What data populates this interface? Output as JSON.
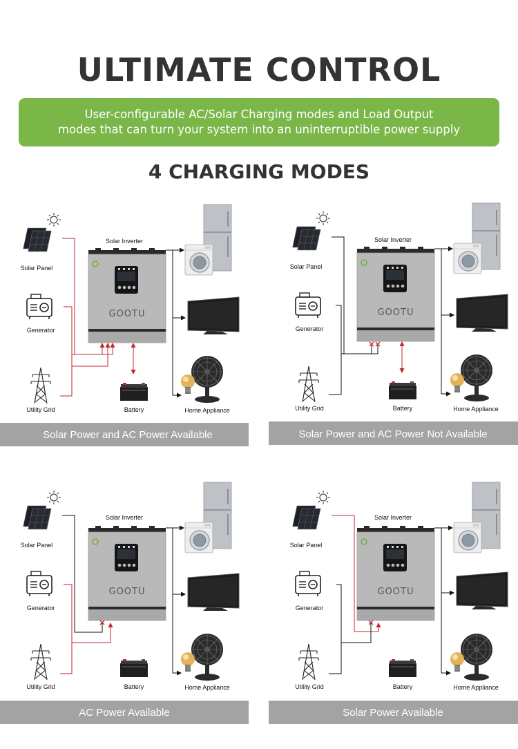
{
  "header": {
    "title": "ULTIMATE CONTROL",
    "banner_line1": "User-configurable AC/Solar Charging modes and Load Output",
    "banner_line2": "modes that can turn your system into an uninterruptible power supply",
    "subtitle": "4 CHARGING MODES"
  },
  "labels": {
    "inverter": "Solar Inverter",
    "solar_panel": "Solar Panel",
    "generator": "Generator",
    "utility_grid": "Utility Grid",
    "battery": "Battery",
    "home_appliance": "Home Appliance",
    "brand": "GOOTU"
  },
  "modes": [
    {
      "caption": "Solar Power and AC Power Available"
    },
    {
      "caption": "Solar Power and AC Power Not Available"
    },
    {
      "caption": "AC Power Available"
    },
    {
      "caption": "Solar Power Available"
    }
  ],
  "colors": {
    "banner": "#7ab648",
    "title": "#333333",
    "wire": "#c0272d",
    "line": "#111111",
    "caption_bar": "#a3a3a3",
    "inverter_body": "#b4b4b4"
  }
}
